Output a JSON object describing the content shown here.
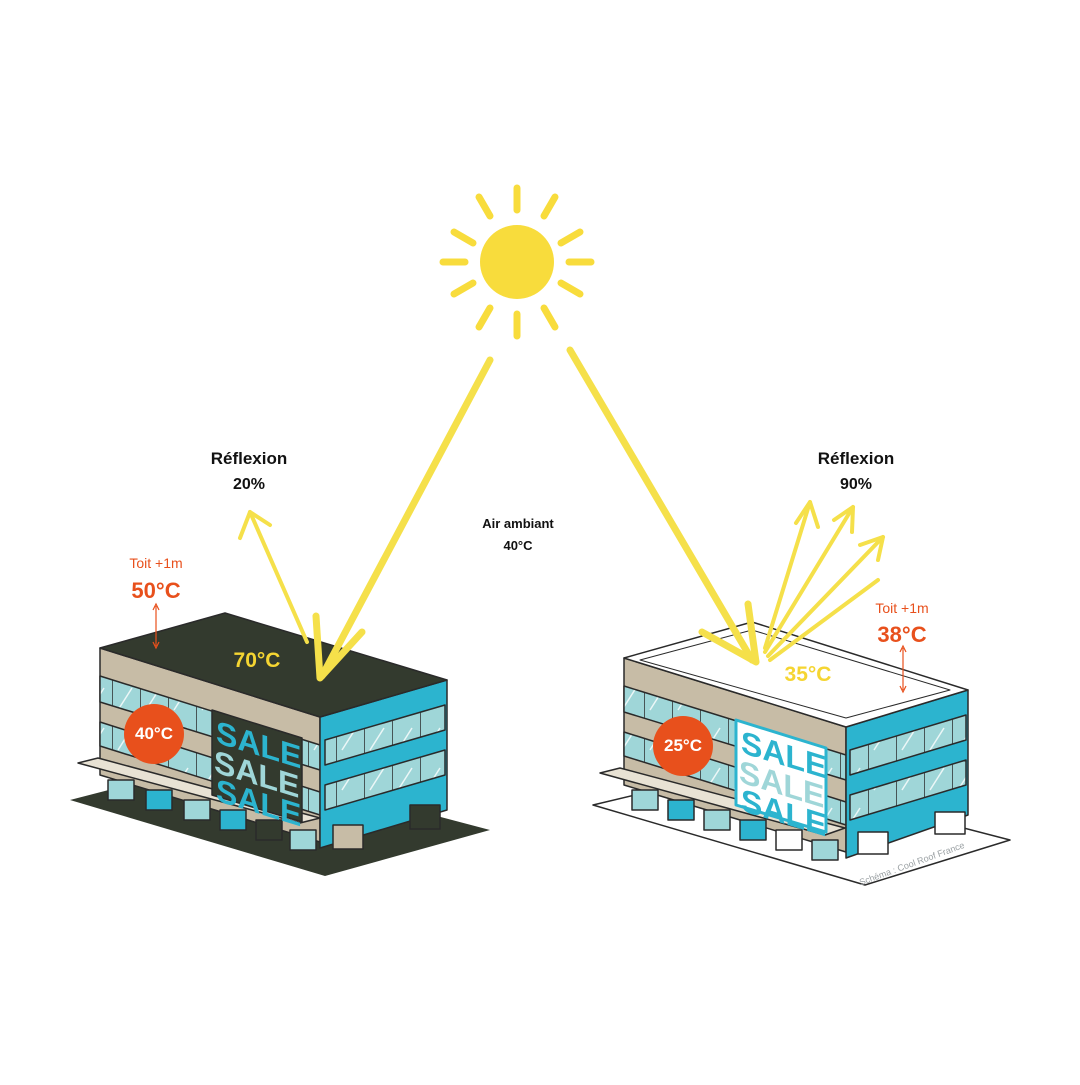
{
  "colors": {
    "sun": "#f8dc3c",
    "ray": "#f5e04a",
    "accent_orange": "#e8501c",
    "teal": "#2cb4cf",
    "glass": "#9fd6d8",
    "beige": "#c7bca6",
    "dark_roof": "#333a2e",
    "white_roof": "#ffffff",
    "outline": "#2a2a2a"
  },
  "left": {
    "reflection_title": "Réflexion",
    "reflection_value": "20%",
    "roof_label": "Toit +1m",
    "roof_air_temp": "50°C",
    "roof_surface_temp": "70°C",
    "indoor_temp": "40°C",
    "sign_text": "SALE"
  },
  "center": {
    "air_label": "Air ambiant",
    "air_temp": "40°C"
  },
  "right": {
    "reflection_title": "Réflexion",
    "reflection_value": "90%",
    "roof_label": "Toit +1m",
    "roof_air_temp": "38°C",
    "roof_surface_temp": "35°C",
    "indoor_temp": "25°C",
    "sign_text": "SALE"
  },
  "credit": "Schéma : Cool Roof France"
}
